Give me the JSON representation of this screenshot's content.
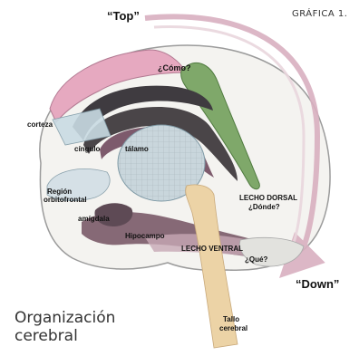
{
  "header": {
    "grafica": "GRÁFICA 1."
  },
  "arrows": {
    "top": "“Top”",
    "down": "“Down”"
  },
  "labels": {
    "como": "¿Cómo?",
    "corteza": "corteza",
    "cingulo": "cíngulo",
    "talamo": "tálamo",
    "region_line1": "Región",
    "region_line2": "orbitofrontal",
    "amigdala": "amígdala",
    "hipocampo": "Hipocampo",
    "lecho_dorsal": "LECHO DORSAL",
    "donde": "¿Dónde?",
    "lecho_ventral": "LECHO VENTRAL",
    "que": "¿Qué?",
    "tallo_line1": "Tallo",
    "tallo_line2": "cerebral"
  },
  "caption": {
    "line1": "Organización",
    "line2": "cerebral"
  },
  "colors": {
    "pink": "#e6a9c0",
    "green": "#7fa86a",
    "dark": "#3f3b40",
    "purple": "#7d5a6c",
    "tan": "#ecd3a6",
    "lightblue": "#c9dbe3",
    "arrow": "#d9b0c0"
  }
}
